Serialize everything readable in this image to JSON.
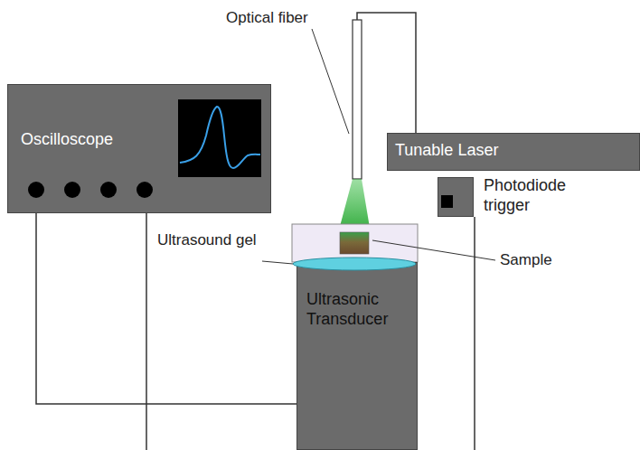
{
  "diagram": {
    "nodes": [
      {
        "text": [
          "Oscilloscope"
        ]
      },
      {
        "text": [
          "Tunable Laser"
        ]
      },
      {
        "text": [
          "Photodiode trigger"
        ]
      },
      {
        "text": [
          "Ultrasonic Transducer"
        ]
      }
    ],
    "edges": [
      {
        "from": 0,
        "to": 3,
        "arrow": "none"
      }
    ],
    "labels": [
      "Optical fiber",
      "Ultrasound gel",
      "Sample"
    ]
  }
}
